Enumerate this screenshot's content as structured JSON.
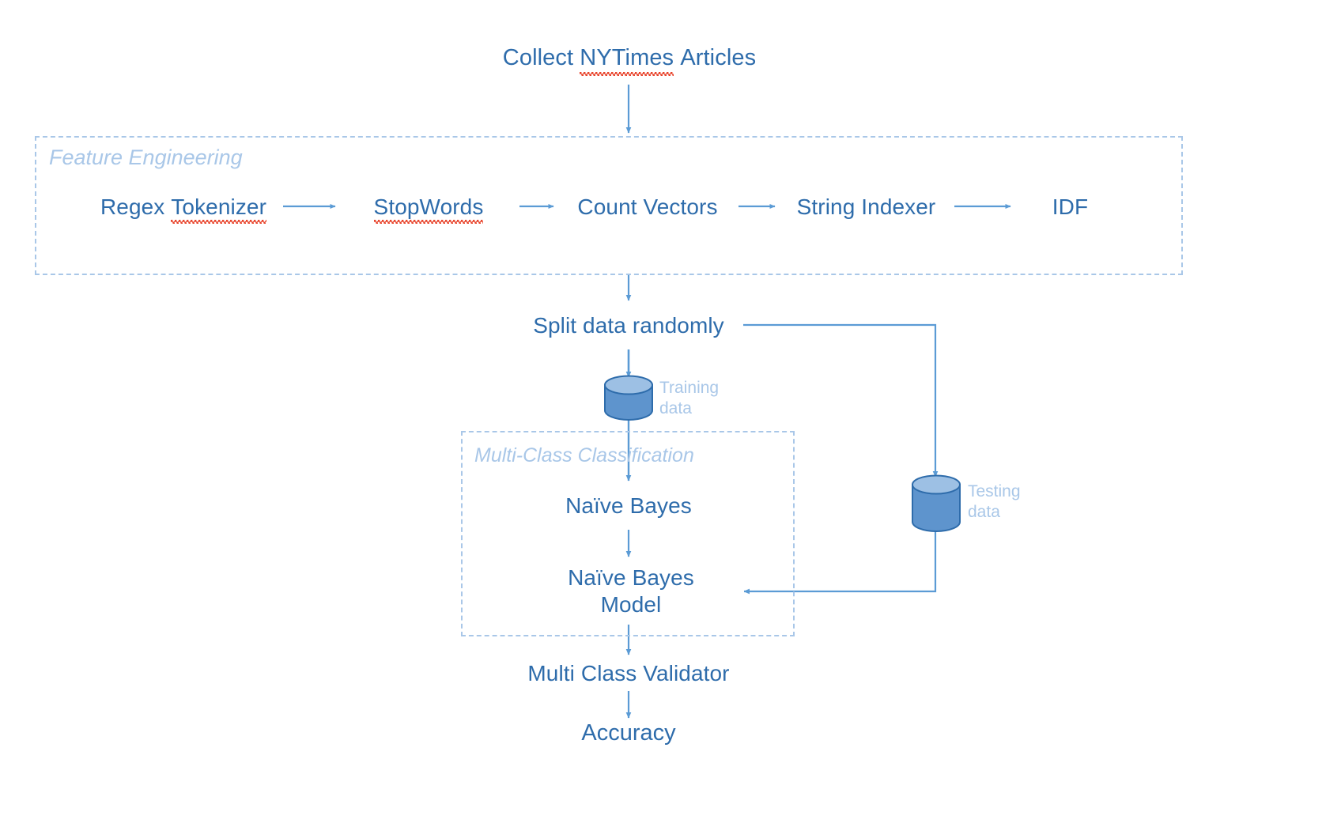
{
  "diagram": {
    "title_node": {
      "label": "Collect NYTimes Articles",
      "misspelled": "NYTimes"
    },
    "groups": [
      {
        "id": "feature-engineering",
        "label": "Feature Engineering"
      },
      {
        "id": "multi-class-classification",
        "label": "Multi-Class Classification"
      }
    ],
    "feature_engineering_nodes": [
      {
        "id": "regex-tokenizer",
        "label": "Regex Tokenizer",
        "misspelled": "Tokenizer"
      },
      {
        "id": "stopwords",
        "label": "StopWords",
        "misspelled": "StopWords"
      },
      {
        "id": "count-vectors",
        "label": "Count Vectors",
        "misspelled": ""
      },
      {
        "id": "string-indexer",
        "label": "String Indexer",
        "misspelled": ""
      },
      {
        "id": "idf",
        "label": "IDF",
        "misspelled": ""
      }
    ],
    "split_node": {
      "id": "split-data-randomly",
      "label": "Split data randomly"
    },
    "datasets": [
      {
        "id": "training-data",
        "label": "Training\ndata"
      },
      {
        "id": "testing-data",
        "label": "Testing\ndata"
      }
    ],
    "classification_nodes": [
      {
        "id": "naive-bayes",
        "label": "Naïve Bayes"
      },
      {
        "id": "naive-bayes-model",
        "label": "Naïve Bayes\nModel"
      }
    ],
    "validator_node": {
      "id": "multi-class-validator",
      "label": "Multi Class Validator"
    },
    "output_text": {
      "id": "accuracy",
      "label": "Accuracy"
    },
    "colors": {
      "box_border": "#3a78b5",
      "box_text": "#2e6cab",
      "group_border": "#a9c7e8",
      "group_label": "#a9c7e8",
      "arrow": "#5b9bd5",
      "cylinder_body": "#5e94cd",
      "cylinder_top": "#9dc0e4",
      "cylinder_stroke": "#2e6cab",
      "spellcheck_underline": "#e8442c",
      "background": "#ffffff"
    }
  }
}
